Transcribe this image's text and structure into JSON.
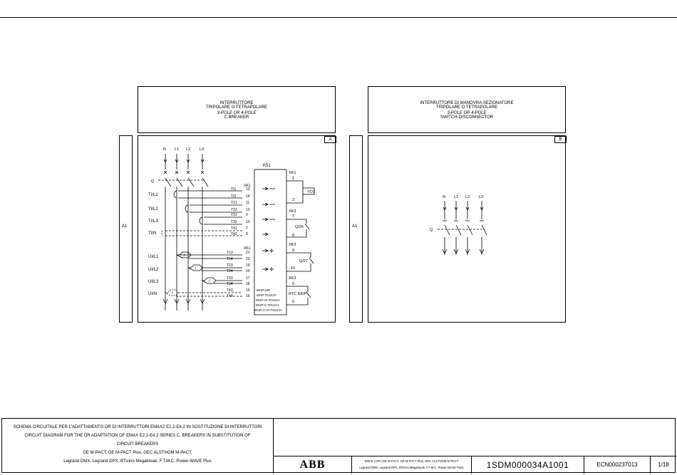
{
  "panels": {
    "a": {
      "title_it": [
        "INTERRUTTORE",
        "TRIPOLARE O TETRAPOLARE"
      ],
      "title_en": [
        "3-POLE OR 4-POLE",
        "C.BREAKER"
      ],
      "tag": "A",
      "side_label": "A1"
    },
    "b": {
      "title_it": [
        "INTERRUTTORE DI MANOVRA-SEZIONATORE",
        "TRIPOLARE O TETRAPOLARE"
      ],
      "title_en": [
        "3-POLE OR 4-POLE",
        "SWITCH-DISCONNECTOR"
      ],
      "tag": "B",
      "side_label": "A1"
    }
  },
  "schematic_a": {
    "poles": [
      "N",
      "L1",
      "L2",
      "L3"
    ],
    "breaker_label": "Q",
    "left_labels": [
      "TI/L1",
      "TI/L2",
      "TI/L3",
      "TI/N",
      "UI/L1",
      "UI/L2",
      "UI/L3",
      "UI/N"
    ],
    "relay": "K51",
    "connector": "XK1",
    "current_terms": [
      {
        "name": "TI1",
        "num": "13"
      },
      {
        "name": "TI2",
        "num": "14"
      },
      {
        "name": "T21",
        "num": "11"
      },
      {
        "name": "T22",
        "num": "12"
      },
      {
        "name": "T31",
        "num": "9"
      },
      {
        "name": "T32",
        "num": "10"
      },
      {
        "name": "T41",
        "num": "7"
      },
      {
        "name": "T42",
        "num": "8"
      }
    ],
    "voltage_terms": [
      {
        "name": "T13",
        "num": "21"
      },
      {
        "name": "T14",
        "num": "22"
      },
      {
        "name": "T23",
        "num": "19"
      },
      {
        "name": "T24",
        "num": "20"
      },
      {
        "name": "T33",
        "num": "17"
      },
      {
        "name": "T34",
        "num": "18"
      },
      {
        "name": "T43",
        "num": "15"
      },
      {
        "name": "T44",
        "num": "16"
      }
    ],
    "outputs": {
      "xk1": "XK1",
      "xk3a": "XK3",
      "xk3b": "XK3",
      "xk3c": "XK3",
      "yo1": "YO1",
      "q26": "Q/26",
      "q27": "Q/27",
      "rtc": "RTC EKIP",
      "n1": "1",
      "n2": "2",
      "n7": "7",
      "n8": "8",
      "n9": "9",
      "n10": "10",
      "n5": "5",
      "n6": "6"
    },
    "relay_models": [
      "EKIP DIP",
      "EKIP TOUCH",
      "EKIP HI-TOUCH",
      "EKIP G TOUCH",
      "EKIP G HI-TOUCH"
    ],
    "symbol_i": "I"
  },
  "schematic_b": {
    "poles": [
      "N",
      "L1",
      "L2",
      "L3"
    ],
    "breaker_label": "Q"
  },
  "title_block": {
    "description": [
      "SCHEMA CIRCUITALE PER L'ADATTAMENTO DR DI INTERRUTTORI EMAX2 E2.2-E4.2 IN SOSTITUZIONE DI INTERRUTTORI",
      "CIRCUIT DIAGRAM FOR THE DR ADAPTATION OF EMAX E2.2-E4.2 SERIES C. BREAKERS IN SUBSTITUTION OF",
      "CIRCUIT BREAKERS",
      "GE M-PACT, GE M-PACT Plus, GEC ALSTHOM M-PACT,",
      "Legrand DMX, Legrand DPX, BTicino Megabreak, F.T.M.C. Power-WAVE Plus"
    ],
    "logo": "ABB",
    "models": [
      "EMAX 2 DR (GE M-PACT, GE M-PACT Plus, GEC ALSTHOM M-PACT",
      "Legrand DMX, Legrand DPX, BTicino Megabreak, F.T.M.C. Power-WAVE Plus)"
    ],
    "doc_number": "1SDM000034A1001",
    "ecn": "ECN000237013",
    "sheet": "1/18"
  }
}
